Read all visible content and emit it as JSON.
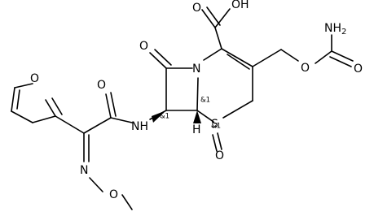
{
  "molecule": {
    "atoms": {
      "oh": "OH",
      "carboxyl_o": "O",
      "nh2": "NH2",
      "carbamate_carbonyl_o": "O",
      "ester_o": "O",
      "lactam_o": "O",
      "ring_n": "N",
      "amide_o": "O",
      "furan_o": "O",
      "amide_nh": "NH",
      "bridgehead_h": "H",
      "sulfur": "S",
      "sulfoxide_o": "O",
      "oxime_n": "N",
      "methoxy_o": "O"
    },
    "stereo_labels": {
      "c7": "&1",
      "c6": "&1",
      "s": "&1"
    }
  }
}
